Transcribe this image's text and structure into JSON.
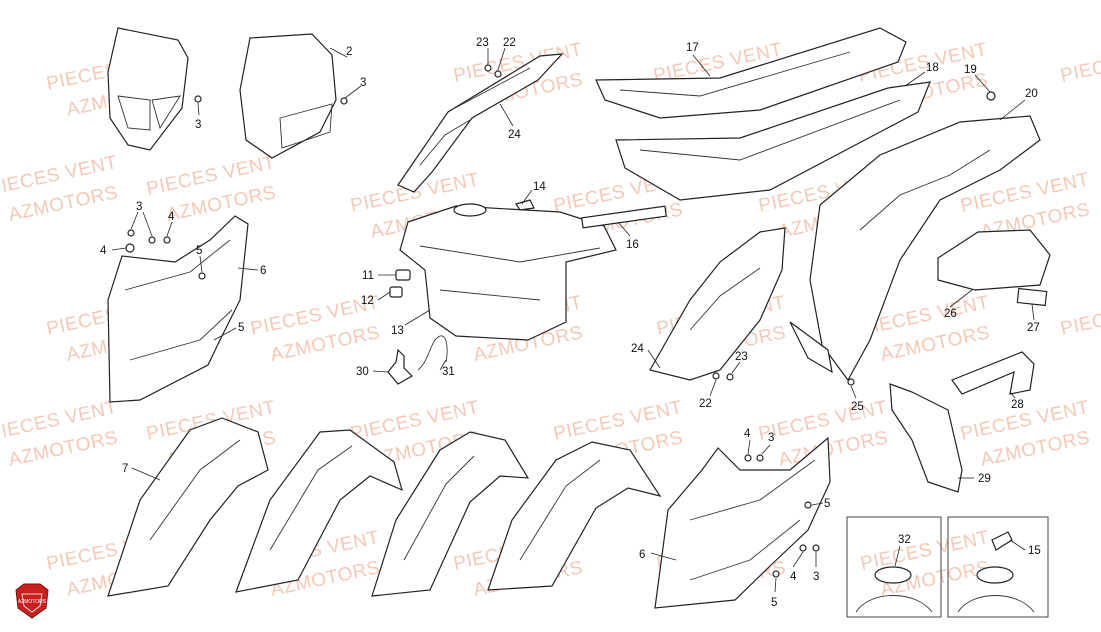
{
  "watermark": {
    "line1": "PIECES VENT",
    "line2": "AZMOTORS"
  },
  "logo": {
    "text": "AZMOTORS",
    "color": "#c8201e"
  },
  "callouts": [
    {
      "id": "c-3a",
      "label": "3"
    },
    {
      "id": "c-2",
      "label": "2"
    },
    {
      "id": "c-3b",
      "label": "3"
    },
    {
      "id": "c-23a",
      "label": "23"
    },
    {
      "id": "c-22a",
      "label": "22"
    },
    {
      "id": "c-24a",
      "label": "24"
    },
    {
      "id": "c-17",
      "label": "17"
    },
    {
      "id": "c-18",
      "label": "18"
    },
    {
      "id": "c-19",
      "label": "19"
    },
    {
      "id": "c-20",
      "label": "20"
    },
    {
      "id": "c-3c",
      "label": "3"
    },
    {
      "id": "c-4a",
      "label": "4"
    },
    {
      "id": "c-4b",
      "label": "4"
    },
    {
      "id": "c-5a",
      "label": "5"
    },
    {
      "id": "c-6a",
      "label": "6"
    },
    {
      "id": "c-5b",
      "label": "5"
    },
    {
      "id": "c-14",
      "label": "14"
    },
    {
      "id": "c-16",
      "label": "16"
    },
    {
      "id": "c-11",
      "label": "11"
    },
    {
      "id": "c-12",
      "label": "12"
    },
    {
      "id": "c-13",
      "label": "13"
    },
    {
      "id": "c-30",
      "label": "30"
    },
    {
      "id": "c-31",
      "label": "31"
    },
    {
      "id": "c-24b",
      "label": "24"
    },
    {
      "id": "c-23b",
      "label": "23"
    },
    {
      "id": "c-22b",
      "label": "22"
    },
    {
      "id": "c-25",
      "label": "25"
    },
    {
      "id": "c-26",
      "label": "26"
    },
    {
      "id": "c-27",
      "label": "27"
    },
    {
      "id": "c-28",
      "label": "28"
    },
    {
      "id": "c-29",
      "label": "29"
    },
    {
      "id": "c-7",
      "label": "7"
    },
    {
      "id": "c-4c",
      "label": "4"
    },
    {
      "id": "c-3d",
      "label": "3"
    },
    {
      "id": "c-5c",
      "label": "5"
    },
    {
      "id": "c-6b",
      "label": "6"
    },
    {
      "id": "c-4d",
      "label": "4"
    },
    {
      "id": "c-3e",
      "label": "3"
    },
    {
      "id": "c-5d",
      "label": "5"
    },
    {
      "id": "c-32",
      "label": "32"
    },
    {
      "id": "c-15",
      "label": "15"
    }
  ],
  "colors": {
    "watermark": "#f3c9b6",
    "line": "#222222",
    "logo_red": "#c8201e"
  }
}
